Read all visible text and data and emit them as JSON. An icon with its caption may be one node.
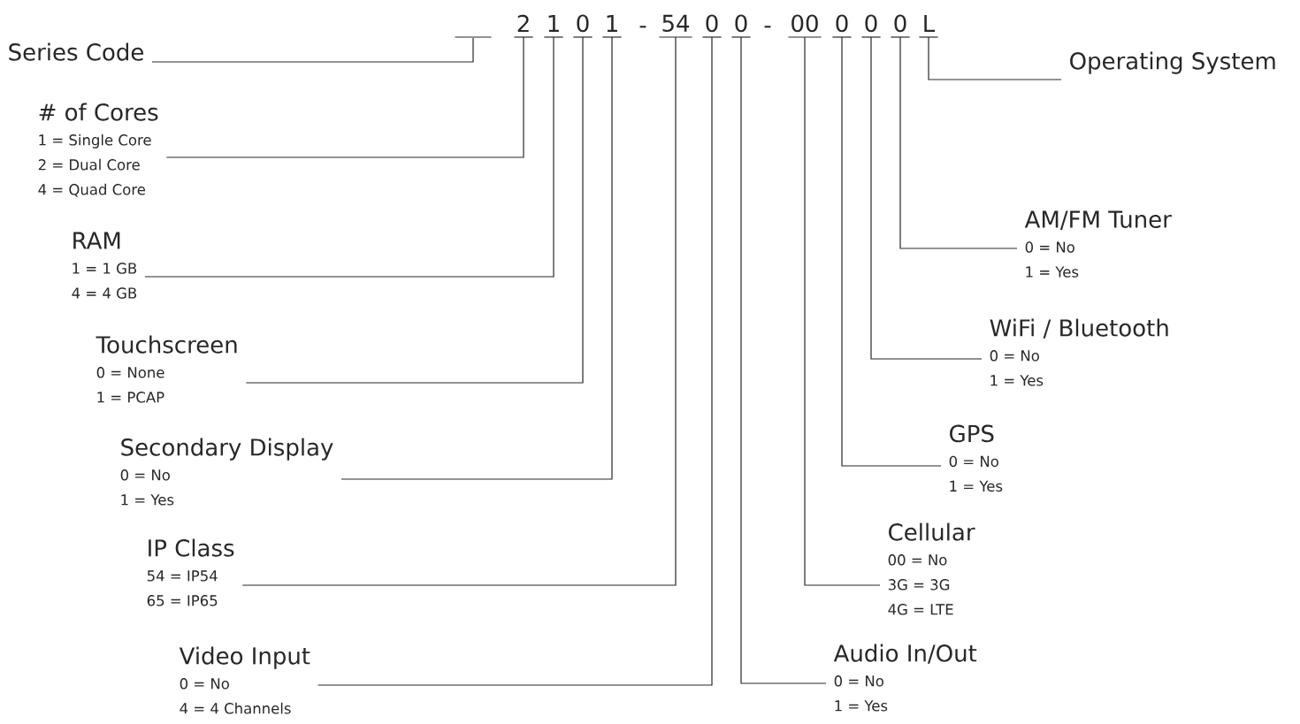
{
  "diagram": {
    "nodes": [
      {
        "text": [],
        "shape": "bar"
      },
      {
        "text": [
          "2"
        ]
      },
      {
        "text": [
          "1"
        ]
      },
      {
        "text": [
          "0"
        ]
      },
      {
        "text": [
          "1"
        ]
      },
      {
        "text": [
          "54"
        ]
      },
      {
        "text": [
          "0"
        ]
      },
      {
        "text": [
          "0"
        ]
      },
      {
        "text": [
          "00"
        ]
      },
      {
        "text": [
          "0"
        ]
      },
      {
        "text": [
          "0"
        ]
      },
      {
        "text": [
          "0"
        ]
      },
      {
        "text": [
          "L"
        ]
      },
      {
        "text": [
          "Series Code"
        ]
      },
      {
        "text": [
          "# of Cores",
          "1 = Single Core",
          "2 = Dual Core",
          "4 = Quad Core"
        ]
      },
      {
        "text": [
          "RAM",
          "1 = 1 GB",
          "4 = 4 GB"
        ]
      },
      {
        "text": [
          "Touchscreen",
          "0 = None",
          "1 = PCAP"
        ]
      },
      {
        "text": [
          "Secondary Display",
          "0 = No",
          "1 = Yes"
        ]
      },
      {
        "text": [
          "IP Class",
          "54 = IP54",
          "65 = IP65"
        ]
      },
      {
        "text": [
          "Video Input",
          "0 = No",
          "4 = 4 Channels"
        ]
      },
      {
        "text": [
          "Operating System"
        ]
      },
      {
        "text": [
          "AM/FM Tuner",
          "0 = No",
          "1 = Yes"
        ]
      },
      {
        "text": [
          "WiFi / Bluetooth",
          "0 = No",
          "1 = Yes"
        ]
      },
      {
        "text": [
          "GPS",
          "0 = No",
          "1 = Yes"
        ]
      },
      {
        "text": [
          "Cellular",
          "00 = No",
          "3G = 3G",
          "4G = LTE"
        ]
      },
      {
        "text": [
          "Audio In/Out",
          "0 = No",
          "1 = Yes"
        ]
      }
    ],
    "edges": [
      {
        "from": 13,
        "to": 0,
        "arrow": "none"
      },
      {
        "from": 14,
        "to": 1,
        "arrow": "none"
      },
      {
        "from": 15,
        "to": 2,
        "arrow": "none"
      },
      {
        "from": 16,
        "to": 3,
        "arrow": "none"
      },
      {
        "from": 17,
        "to": 4,
        "arrow": "none"
      },
      {
        "from": 18,
        "to": 5,
        "arrow": "none"
      },
      {
        "from": 19,
        "to": 6,
        "arrow": "none"
      },
      {
        "from": 20,
        "to": 12,
        "arrow": "none"
      },
      {
        "from": 21,
        "to": 11,
        "arrow": "none"
      },
      {
        "from": 22,
        "to": 10,
        "arrow": "none"
      },
      {
        "from": 23,
        "to": 9,
        "arrow": "none"
      },
      {
        "from": 24,
        "to": 8,
        "arrow": "none"
      },
      {
        "from": 25,
        "to": 7,
        "arrow": "none"
      }
    ],
    "labels": [
      "-",
      "-"
    ]
  }
}
